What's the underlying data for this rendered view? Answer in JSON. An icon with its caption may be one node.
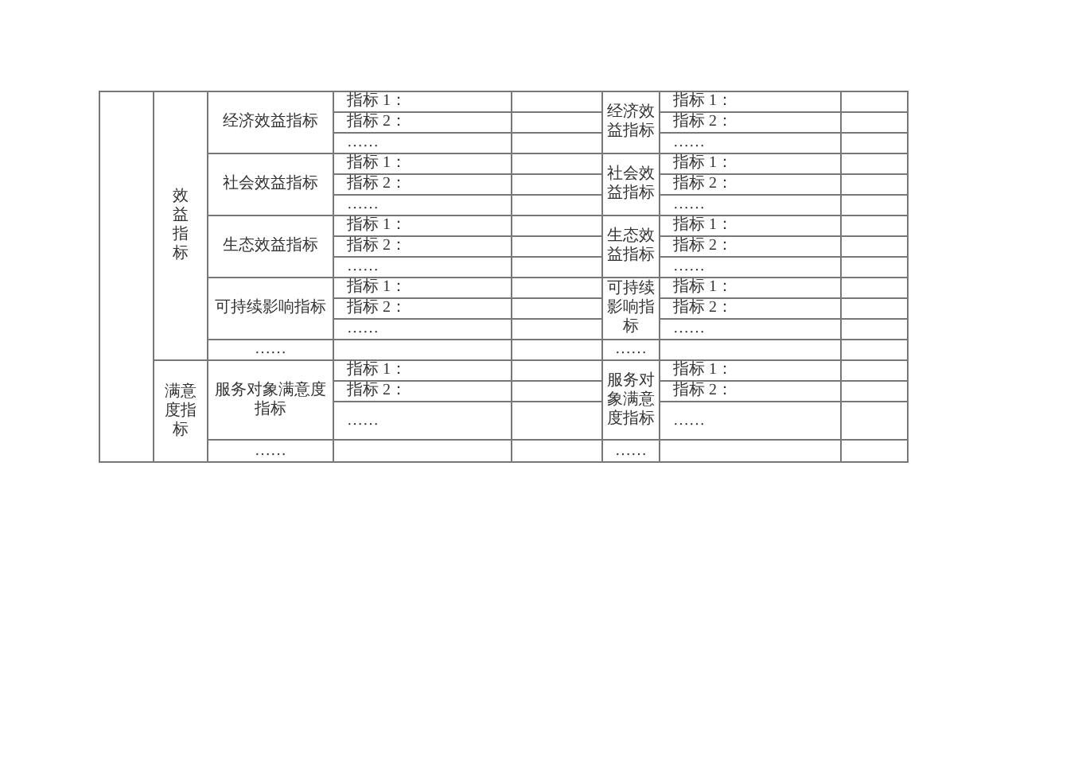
{
  "diagram": {
    "labels": [
      "效益指标",
      "经济效益指标",
      "指标 1：",
      "经济效益指标",
      "指标 1：",
      "指标 2：",
      "指标 2：",
      "……",
      "……",
      "社会效益指标",
      "指标 1：",
      "社会效益指标",
      "指标 1：",
      "指标 2：",
      "指标 2：",
      "……",
      "……",
      "生态效益指标",
      "指标 1：",
      "生态效益指标",
      "指标 1：",
      "指标 2：",
      "指标 2：",
      "……",
      "……",
      "可持续影响指标",
      "指标 1：",
      "可持续影响指标",
      "指标 1：",
      "指标 2：",
      "指标 2：",
      "……",
      "……",
      "……",
      "……",
      "满意度指标",
      "服务对象满意度指标",
      "指标 1：",
      "服务对象满意度指标",
      "指标 1：",
      "指标 2：",
      "指标 2：",
      "……",
      "……",
      "……",
      "……"
    ]
  }
}
